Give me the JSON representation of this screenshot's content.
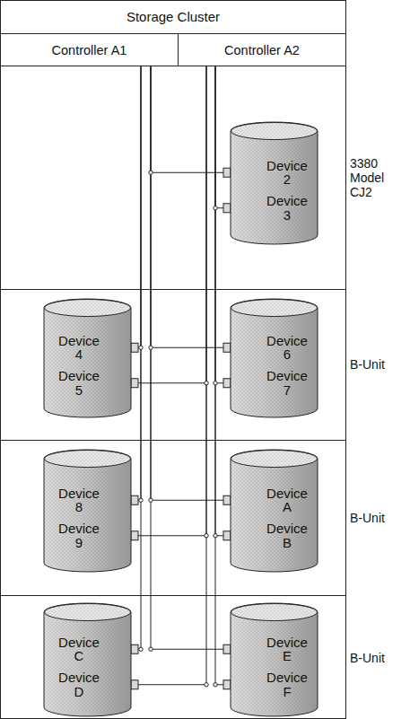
{
  "diagram": {
    "nodes": [
      {
        "text": [
          "Storage Cluster"
        ]
      },
      {
        "text": [
          "Controller A1"
        ],
        "in": 0
      },
      {
        "text": [
          "Controller A2"
        ],
        "in": 0
      },
      {
        "text": [
          "3380 Model CJ2"
        ],
        "in": 0
      },
      {
        "text": [
          "Device 2",
          "Device 3"
        ],
        "in": 3
      },
      {
        "text": [
          "B-Unit"
        ],
        "in": 0
      },
      {
        "text": [
          "Device 4",
          "Device 5"
        ],
        "in": 5
      },
      {
        "text": [
          "Device 6",
          "Device 7"
        ],
        "in": 5
      },
      {
        "text": [
          "B-Unit"
        ],
        "in": 0
      },
      {
        "text": [
          "Device 8",
          "Device 9"
        ],
        "in": 8
      },
      {
        "text": [
          "Device A",
          "Device B"
        ],
        "in": 8
      },
      {
        "text": [
          "B-Unit"
        ],
        "in": 0
      },
      {
        "text": [
          "Device C",
          "Device D"
        ],
        "in": 11
      },
      {
        "text": [
          "Device E",
          "Device F"
        ],
        "in": 11
      }
    ],
    "edges": [
      {
        "from": 1,
        "to": 4,
        "arrow": "none"
      },
      {
        "from": 1,
        "to": 6,
        "arrow": "none"
      },
      {
        "from": 1,
        "to": 7,
        "arrow": "none"
      },
      {
        "from": 1,
        "to": 9,
        "arrow": "none"
      },
      {
        "from": 1,
        "to": 10,
        "arrow": "none"
      },
      {
        "from": 1,
        "to": 12,
        "arrow": "none"
      },
      {
        "from": 1,
        "to": 13,
        "arrow": "none"
      },
      {
        "from": 2,
        "to": 4,
        "arrow": "none"
      },
      {
        "from": 2,
        "to": 6,
        "arrow": "none"
      },
      {
        "from": 2,
        "to": 7,
        "arrow": "none"
      },
      {
        "from": 2,
        "to": 9,
        "arrow": "none"
      },
      {
        "from": 2,
        "to": 10,
        "arrow": "none"
      },
      {
        "from": 2,
        "to": 12,
        "arrow": "none"
      },
      {
        "from": 2,
        "to": 13,
        "arrow": "none"
      }
    ]
  }
}
